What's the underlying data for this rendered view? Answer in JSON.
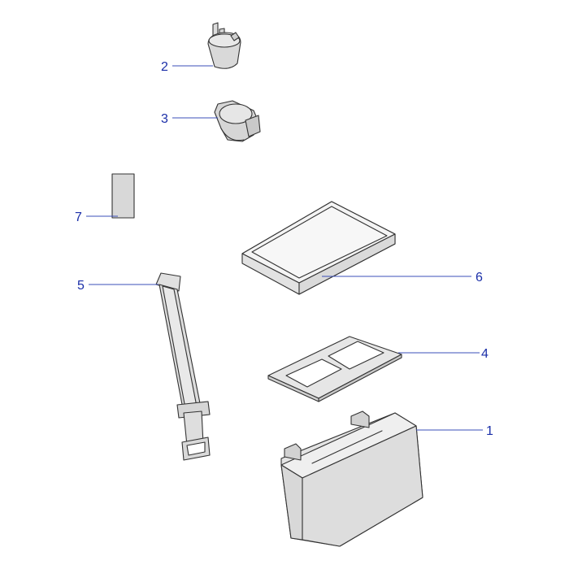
{
  "diagram": {
    "callouts": [
      {
        "number": "1",
        "part": "battery"
      },
      {
        "number": "2",
        "part": "terminal-cap-red"
      },
      {
        "number": "3",
        "part": "terminal-cap-black"
      },
      {
        "number": "4",
        "part": "battery-mat"
      },
      {
        "number": "5",
        "part": "battery-strap"
      },
      {
        "number": "6",
        "part": "battery-cover"
      },
      {
        "number": "7",
        "part": "label"
      }
    ]
  }
}
